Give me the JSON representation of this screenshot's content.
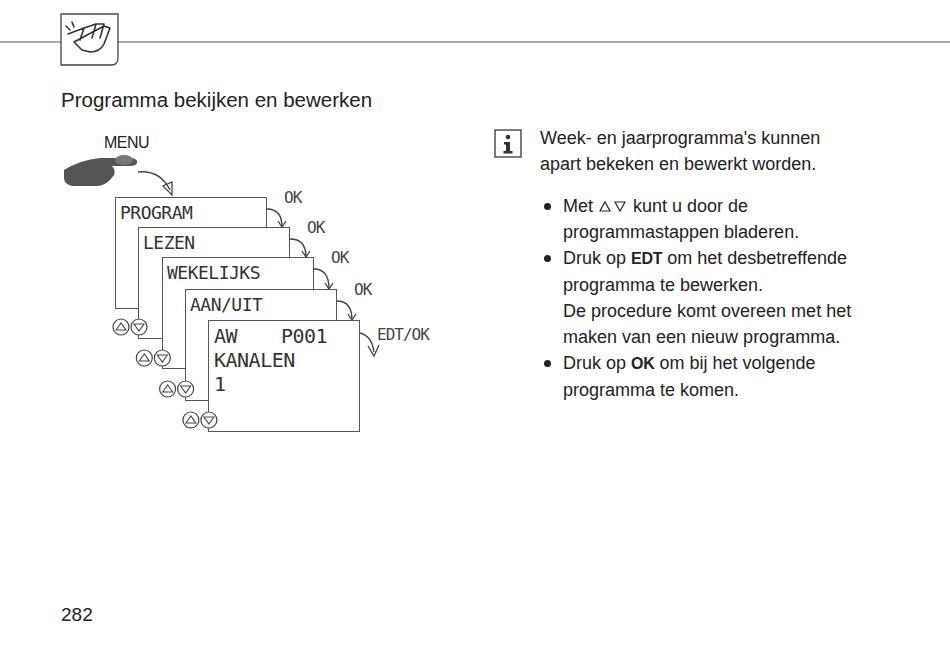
{
  "diagram": {
    "title": "Programma bekijken en bewerken",
    "nodes": [
      {
        "text": [
          "PROGRAM"
        ]
      },
      {
        "text": [
          "LEZEN"
        ]
      },
      {
        "text": [
          "WEKELIJKS"
        ]
      },
      {
        "text": [
          "AAN/UIT"
        ]
      },
      {
        "text": [
          "AW",
          "P001",
          "KANALEN",
          "1"
        ]
      }
    ],
    "edges": [
      {
        "from": 0,
        "to": 1,
        "label": "OK",
        "arrow": "to"
      },
      {
        "from": 1,
        "to": 2,
        "label": "OK",
        "arrow": "to"
      },
      {
        "from": 2,
        "to": 3,
        "label": "OK",
        "arrow": "to"
      },
      {
        "from": 3,
        "to": 4,
        "label": "OK",
        "arrow": "to"
      }
    ],
    "labels": [
      "MENU",
      "EDT/OK",
      "Week- en jaarprogramma's kunnen apart bekeken en bewerkt worden.",
      "Met",
      "kunt u door de programmastappen bladeren.",
      "Druk op",
      "EDT",
      "om het desbetreffende programma te bewerken.",
      "De procedure komt overeen met het maken van een nieuw programma.",
      "Druk op",
      "OK",
      "om bij het volgende programma te komen.",
      "282"
    ]
  }
}
